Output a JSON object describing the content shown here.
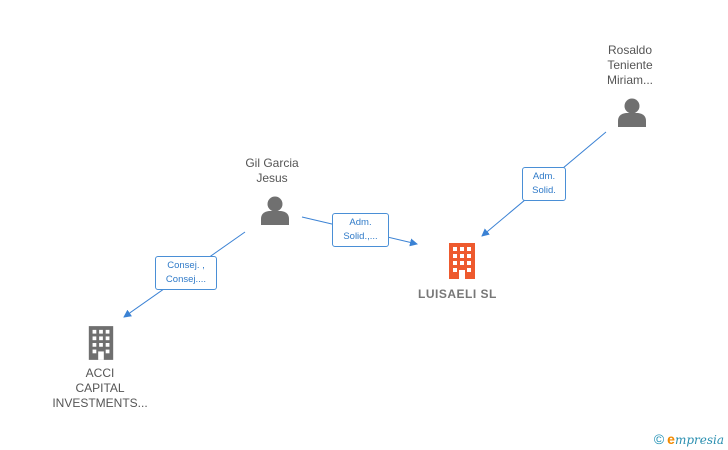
{
  "nodes": {
    "rosaldo": {
      "name_lines": [
        "Rosaldo",
        "Teniente",
        "Miriam..."
      ],
      "type": "person"
    },
    "gil": {
      "name_lines": [
        "Gil Garcia",
        "Jesus"
      ],
      "type": "person"
    },
    "luisaeli": {
      "name": "LUISAELI  SL",
      "type": "company-main"
    },
    "acci": {
      "name_lines": [
        "ACCI",
        "CAPITAL",
        "INVESTMENTS..."
      ],
      "type": "company"
    }
  },
  "edges": {
    "gil_luisaeli": {
      "label_lines": [
        "Adm.",
        "Solid.,..."
      ]
    },
    "rosaldo_luisaeli": {
      "label_lines": [
        "Adm.",
        "Solid."
      ]
    },
    "gil_acci": {
      "label_lines": [
        "Consej. ,",
        "Consej...."
      ]
    }
  },
  "footer": {
    "copyright": "©",
    "brand_initial": "e",
    "brand_rest": "mpresia"
  },
  "colors": {
    "edge": "#3b82d4",
    "person_icon": "#707070",
    "company_icon": "#6f6f6f",
    "main_company_icon": "#ee5a2e"
  }
}
